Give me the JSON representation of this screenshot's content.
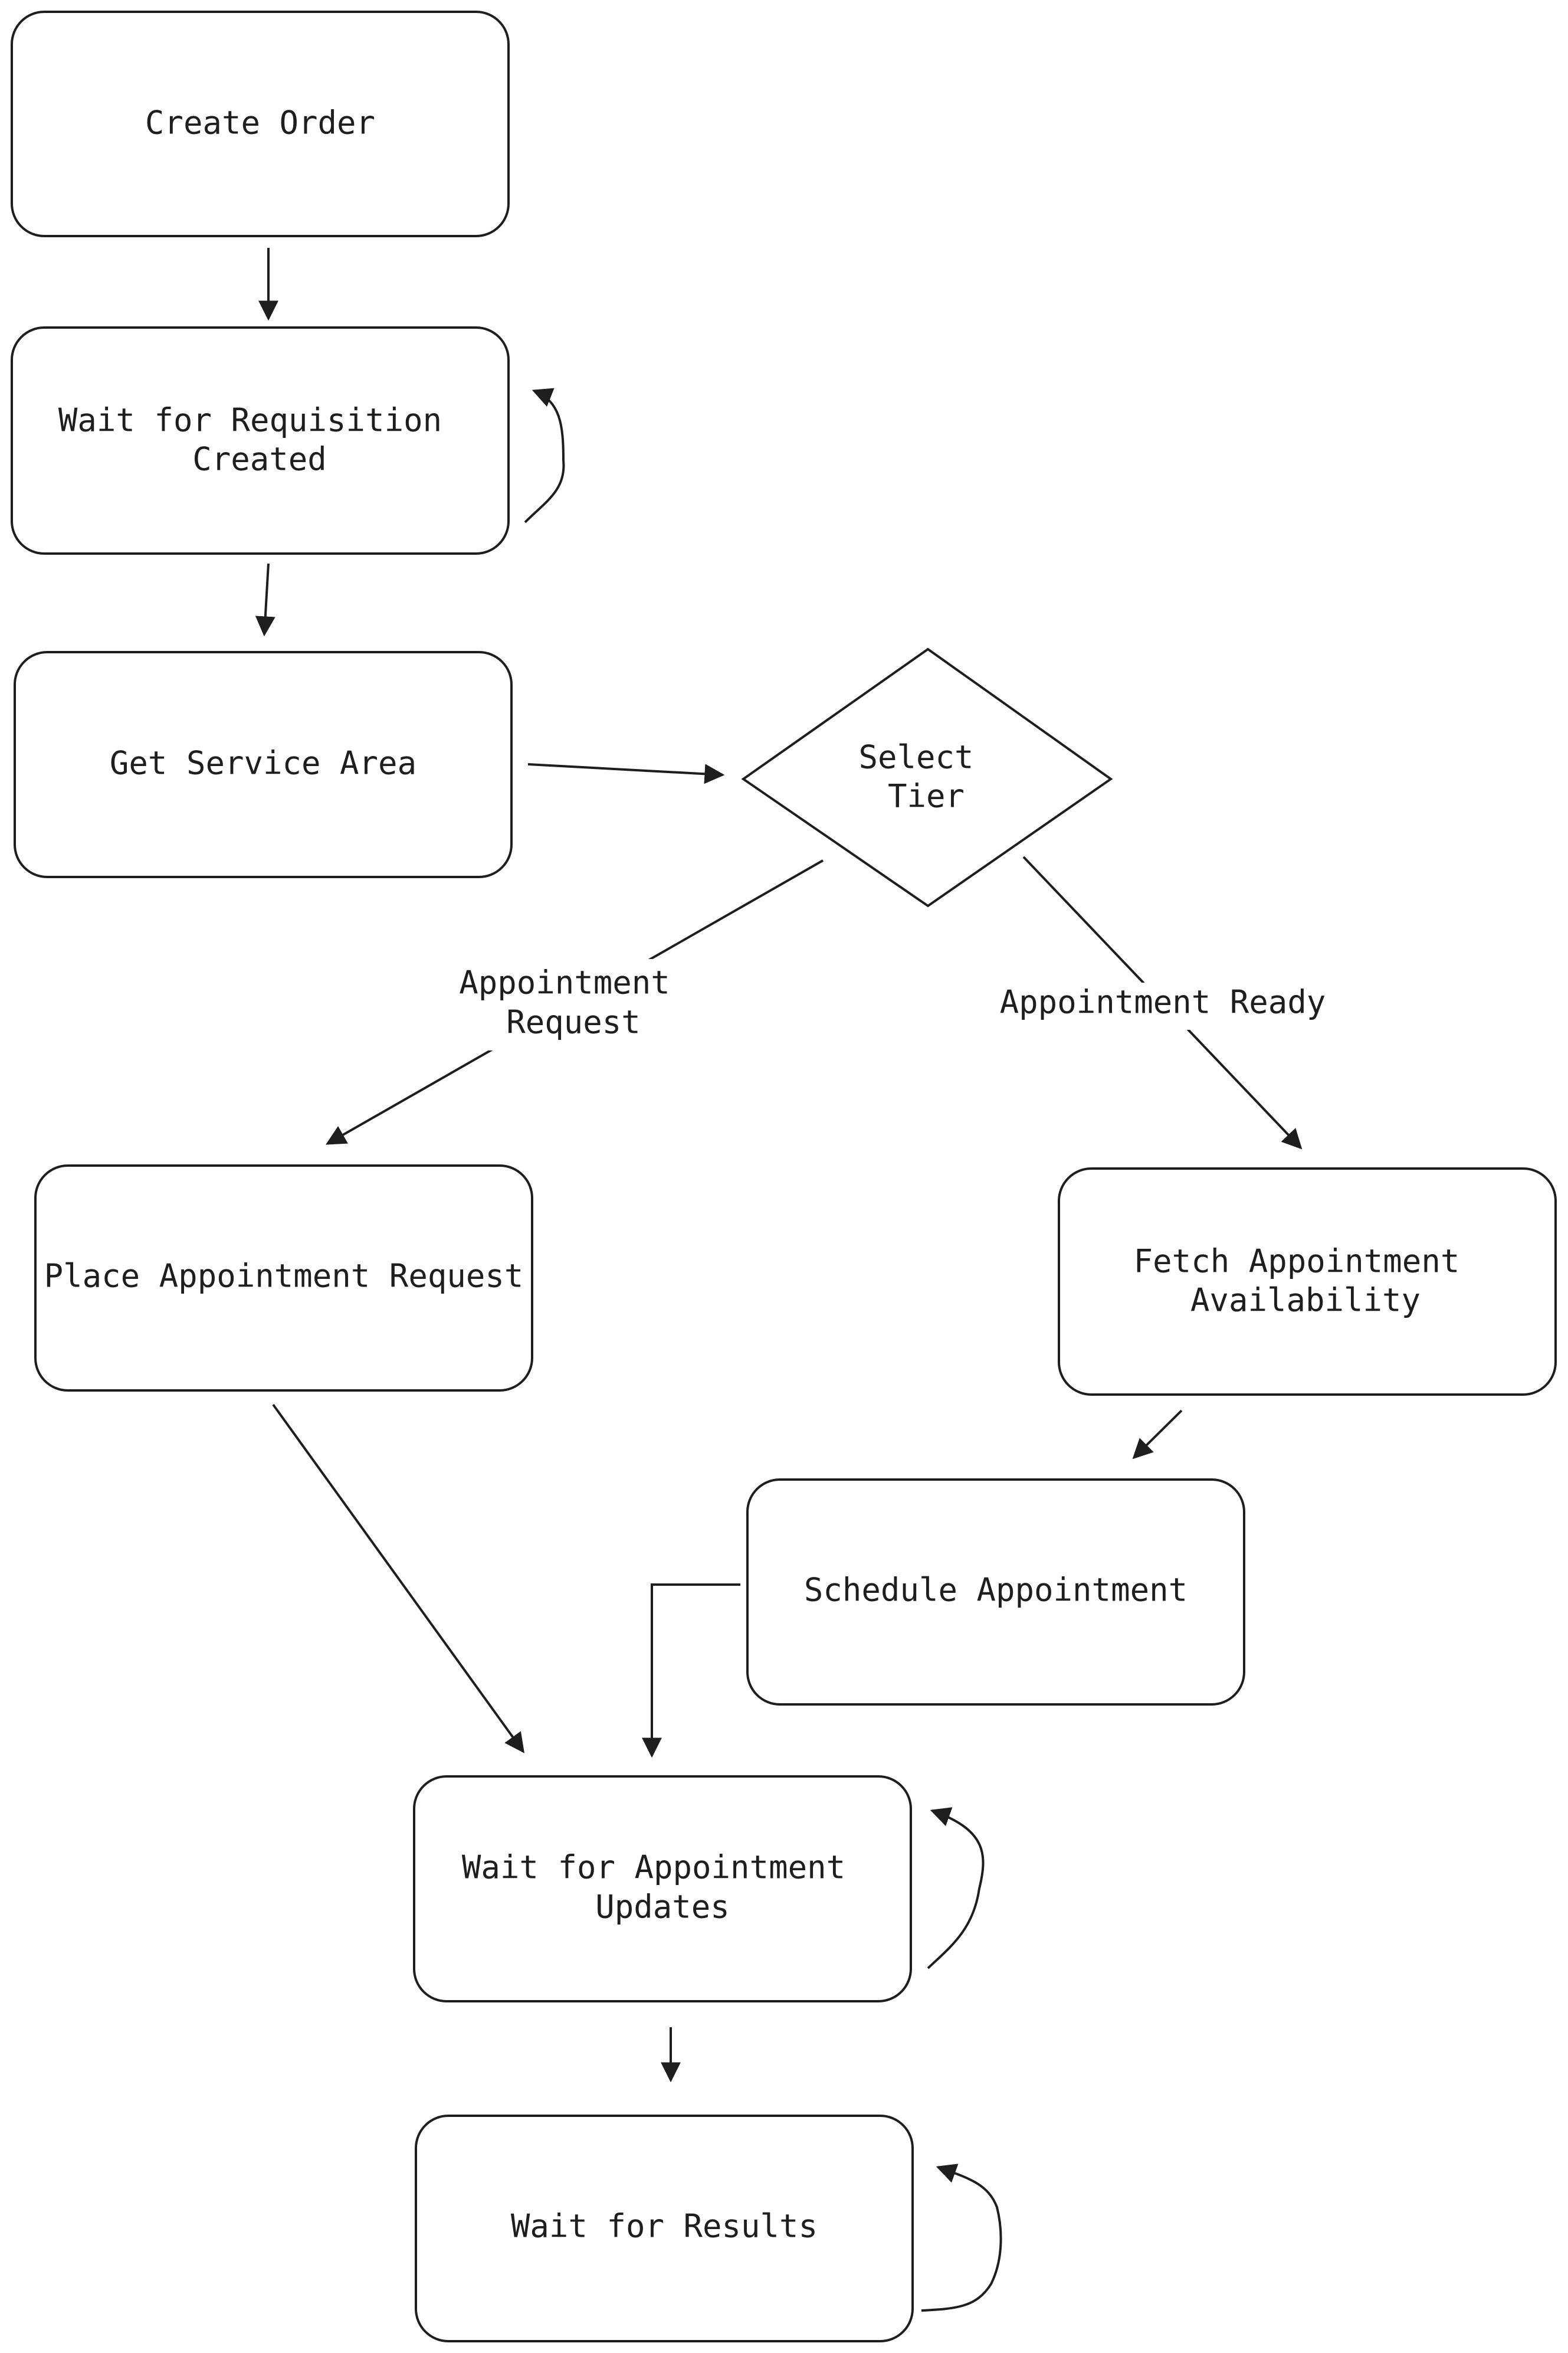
{
  "nodes": {
    "create_order": {
      "lines": [
        "Create Order"
      ]
    },
    "wait_requisition": {
      "lines": [
        "Wait for Requisition",
        "Created"
      ]
    },
    "get_service_area": {
      "lines": [
        "Get Service Area"
      ]
    },
    "select_tier": {
      "lines": [
        "Select",
        "Tier"
      ]
    },
    "place_appointment_request": {
      "lines": [
        "Place Appointment Request"
      ]
    },
    "fetch_availability": {
      "lines": [
        "Fetch Appointment",
        "Availability"
      ]
    },
    "schedule_appointment": {
      "lines": [
        "Schedule Appointment"
      ]
    },
    "wait_appointment_updates": {
      "lines": [
        "Wait for Appointment",
        "Updates"
      ]
    },
    "wait_results": {
      "lines": [
        "Wait for Results"
      ]
    }
  },
  "edge_labels": {
    "appointment_request": {
      "lines": [
        "Appointment",
        "Request"
      ]
    },
    "appointment_ready": {
      "lines": [
        "Appointment Ready"
      ]
    }
  },
  "colors": {
    "stroke": "#1e1e1e",
    "background": "#ffffff"
  }
}
